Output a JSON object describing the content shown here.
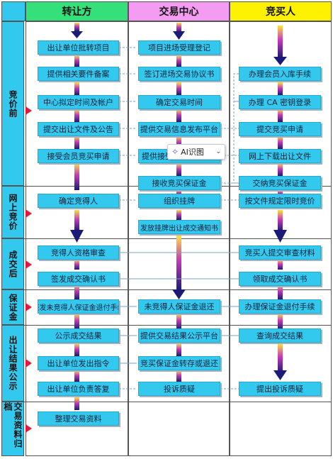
{
  "columns": [
    {
      "key": "transferor",
      "label": "转让方",
      "color": "#33e07a"
    },
    {
      "key": "center",
      "label": "交易中心",
      "color": "#f49cf2"
    },
    {
      "key": "bidder",
      "label": "竞买人",
      "color": "#fff200"
    }
  ],
  "stages": [
    "竞价前",
    "网上竞价",
    "成交后",
    "保证金",
    "出让结果公示",
    "交易资料归档"
  ],
  "boxes": {
    "t1": "出让单位批转项目",
    "t2": "提供相关要件备案",
    "t3": "中心拟定时间及帐户",
    "t4": "提交出让文件及公告",
    "t5": "接受会员竞买申请",
    "t6": "确定竞得人",
    "t7": "竞得人资格审查",
    "t8": "签发成交确认书",
    "t9": "签发未竞得人保证金退付手续",
    "t10": "公示成交结果",
    "t11": "出让单位发出指令",
    "t12": "出让单位负责答复",
    "t13": "整理交易资料",
    "c1": "项目进场受理登记",
    "c2": "签订进场交易协议书",
    "c3": "确定交易时间",
    "c4": "提供交易信息发布平台",
    "c5": "提供接受",
    "c6": "接收竞买保证金",
    "c7": "组织挂牌",
    "c8": "发放挂牌出让成交通知书",
    "c9": "未竞得人保证金退还",
    "c10": "提供交易结果公示平台",
    "c11": "竞买保证金转存或退还",
    "c12": "投诉质疑",
    "b1": "办理会员入库手续",
    "b2": "办理 CA 密钥登录",
    "b3": "提交竞买申请",
    "b4": "网上下载出让文件",
    "b5": "交纳竞买保证金",
    "b6": "按文件规定限时竞价",
    "b7": "竞买人提交审查材料",
    "b8": "领取成交确认书",
    "b9": "办理保证金退付手续",
    "b10": "查询成交结果",
    "b11": "提出投诉质疑"
  },
  "overlay": {
    "label": "AI识图",
    "icon": "sparkle-icon"
  }
}
